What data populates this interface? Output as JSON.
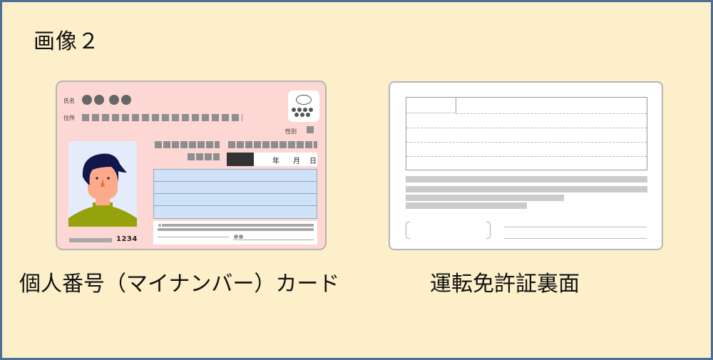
{
  "page": {
    "title": "画像２",
    "frame_color": "#4a7097",
    "background_color": "#fcefc9"
  },
  "my_number_card": {
    "caption": "個人番号（マイナンバー）カード",
    "card_color": "#fdd7d3",
    "labels": {
      "name": "氏名",
      "address": "住所",
      "sex": "性別",
      "year": "年",
      "month": "月",
      "day": "日"
    },
    "number_suffix": "1234"
  },
  "license_back": {
    "caption": "運転免許証裏面",
    "card_color": "#ffffff"
  }
}
